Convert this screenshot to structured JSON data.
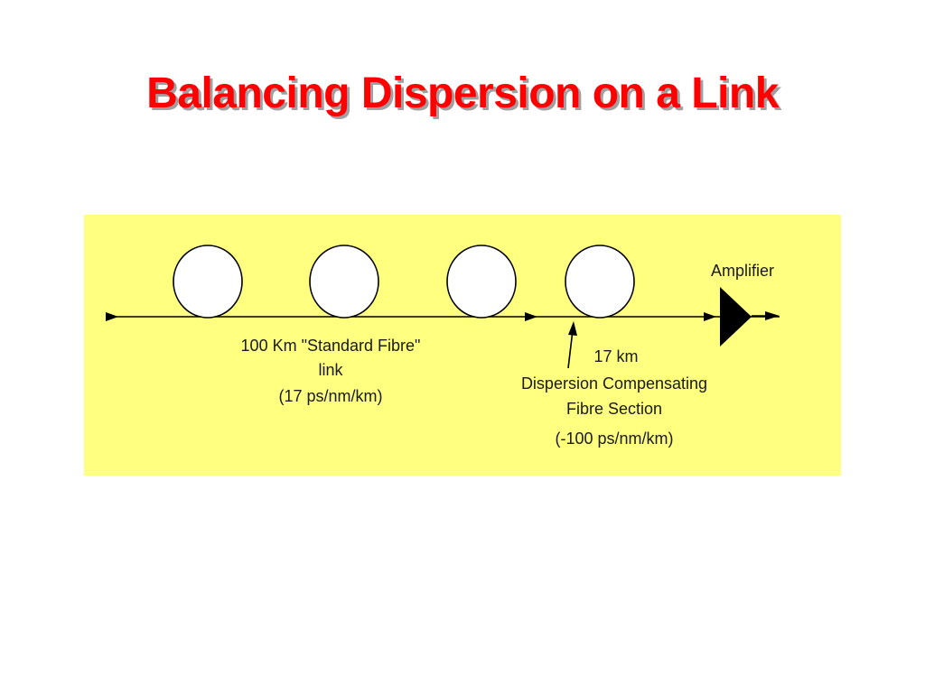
{
  "slide": {
    "title": "Balancing Dispersion on a Link"
  },
  "diagram": {
    "background_color": "#ffff80",
    "fibre_coil_count": 3,
    "compensating_coil_count": 1,
    "amplifier_label": "Amplifier",
    "standard_fibre": {
      "line1": "100 Km \"Standard Fibre\"",
      "line2": "link",
      "line3": "(17 ps/nm/km)"
    },
    "compensating_fibre": {
      "line1": "17 km",
      "line2": "Dispersion Compensating",
      "line3": "Fibre Section",
      "line4": "(-100 ps/nm/km)"
    },
    "icons": {
      "amplifier": "triangle-amplifier-icon",
      "coil": "fibre-coil-icon",
      "arrow": "arrowhead-icon"
    }
  }
}
